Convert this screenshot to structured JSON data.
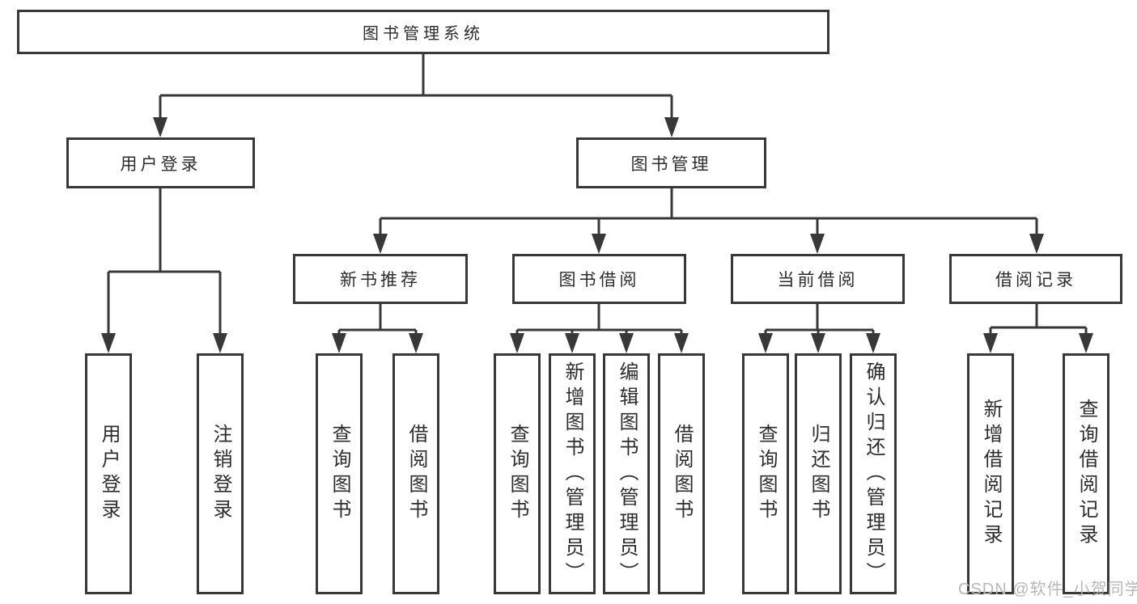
{
  "diagram": {
    "tree": {
      "root": {
        "label": "图书管理系统"
      },
      "children": [
        {
          "label": "用户登录",
          "children": [
            {
              "label": "用户登录"
            },
            {
              "label": "注销登录"
            }
          ]
        },
        {
          "label": "图书管理",
          "children": [
            {
              "label": "新书推荐",
              "children": [
                {
                  "label": "查询图书"
                },
                {
                  "label": "借阅图书"
                }
              ]
            },
            {
              "label": "图书借阅",
              "children": [
                {
                  "label": "查询图书"
                },
                {
                  "label": "新增图书（管理员）"
                },
                {
                  "label": "编辑图书（管理员）"
                },
                {
                  "label": "借阅图书"
                }
              ]
            },
            {
              "label": "当前借阅",
              "children": [
                {
                  "label": "查询图书"
                },
                {
                  "label": "归还图书"
                },
                {
                  "label": "确认归还（管理员）"
                }
              ]
            },
            {
              "label": "借阅记录",
              "children": [
                {
                  "label": "新增借阅记录"
                },
                {
                  "label": "查询借阅记录"
                }
              ]
            }
          ]
        }
      ]
    },
    "watermark": {
      "text": "CSDN @软件_小贺同学"
    },
    "colors": {
      "line": "#383838",
      "box_border": "#383838",
      "text": "#2d2d2d",
      "watermark": "#b7b7b7",
      "background": "#ffffff"
    }
  }
}
